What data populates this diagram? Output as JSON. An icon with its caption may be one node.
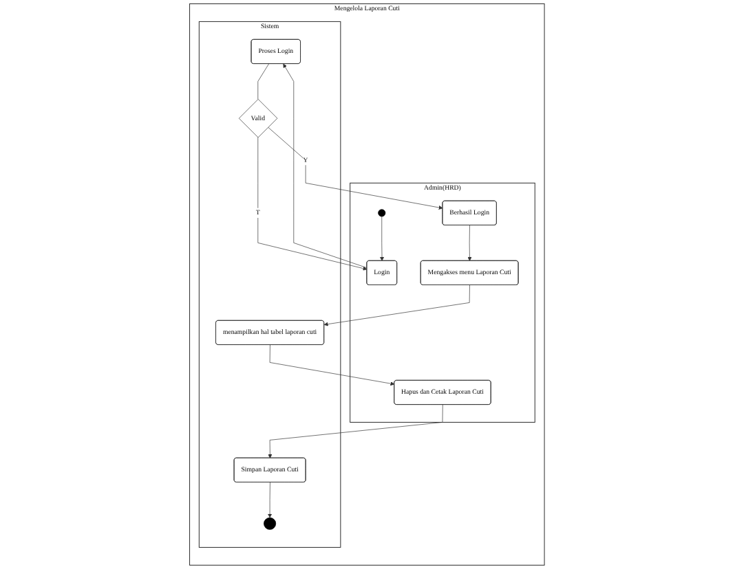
{
  "diagram": {
    "nodes": [
      {
        "text": [
          "Mengelola Laporan Cuti"
        ]
      },
      {
        "text": [
          "Admin(HRD)"
        ],
        "in": 0
      },
      {
        "text": [
          "Sistem"
        ],
        "in": 0
      },
      {
        "text": [],
        "shape": "circle",
        "in": 1
      },
      {
        "text": [
          "Login"
        ],
        "in": 1
      },
      {
        "text": [
          "Proses Login"
        ],
        "in": 2
      },
      {
        "text": [
          "Valid"
        ],
        "in": 2
      },
      {
        "text": [
          "Berhasil Login"
        ],
        "in": 1
      },
      {
        "text": [
          "Mengakses menu Laporan Cuti"
        ],
        "in": 1
      },
      {
        "text": [
          "menampilkan hal tabel laporan cuti"
        ],
        "in": 2
      },
      {
        "text": [
          "Hapus dan Cetak Laporan Cuti"
        ],
        "in": 1
      },
      {
        "text": [
          "Simpan Laporan Cuti"
        ],
        "in": 2
      },
      {
        "text": [],
        "shape": "circle",
        "in": 2
      }
    ],
    "edges": [
      {
        "from": 3,
        "to": 4,
        "arrow": "to"
      },
      {
        "from": 4,
        "to": 5,
        "arrow": "to"
      },
      {
        "from": 5,
        "to": 6,
        "arrow": "none"
      },
      {
        "from": 6,
        "to": 4,
        "label": "T",
        "arrow": "to"
      },
      {
        "from": 6,
        "to": 7,
        "label": "Y",
        "arrow": "to"
      },
      {
        "from": 7,
        "to": 8,
        "arrow": "to"
      },
      {
        "from": 8,
        "to": 9,
        "arrow": "to"
      },
      {
        "from": 9,
        "to": 10,
        "arrow": "to"
      },
      {
        "from": 10,
        "to": 11,
        "arrow": "to"
      },
      {
        "from": 11,
        "to": 12,
        "arrow": "to"
      }
    ]
  }
}
